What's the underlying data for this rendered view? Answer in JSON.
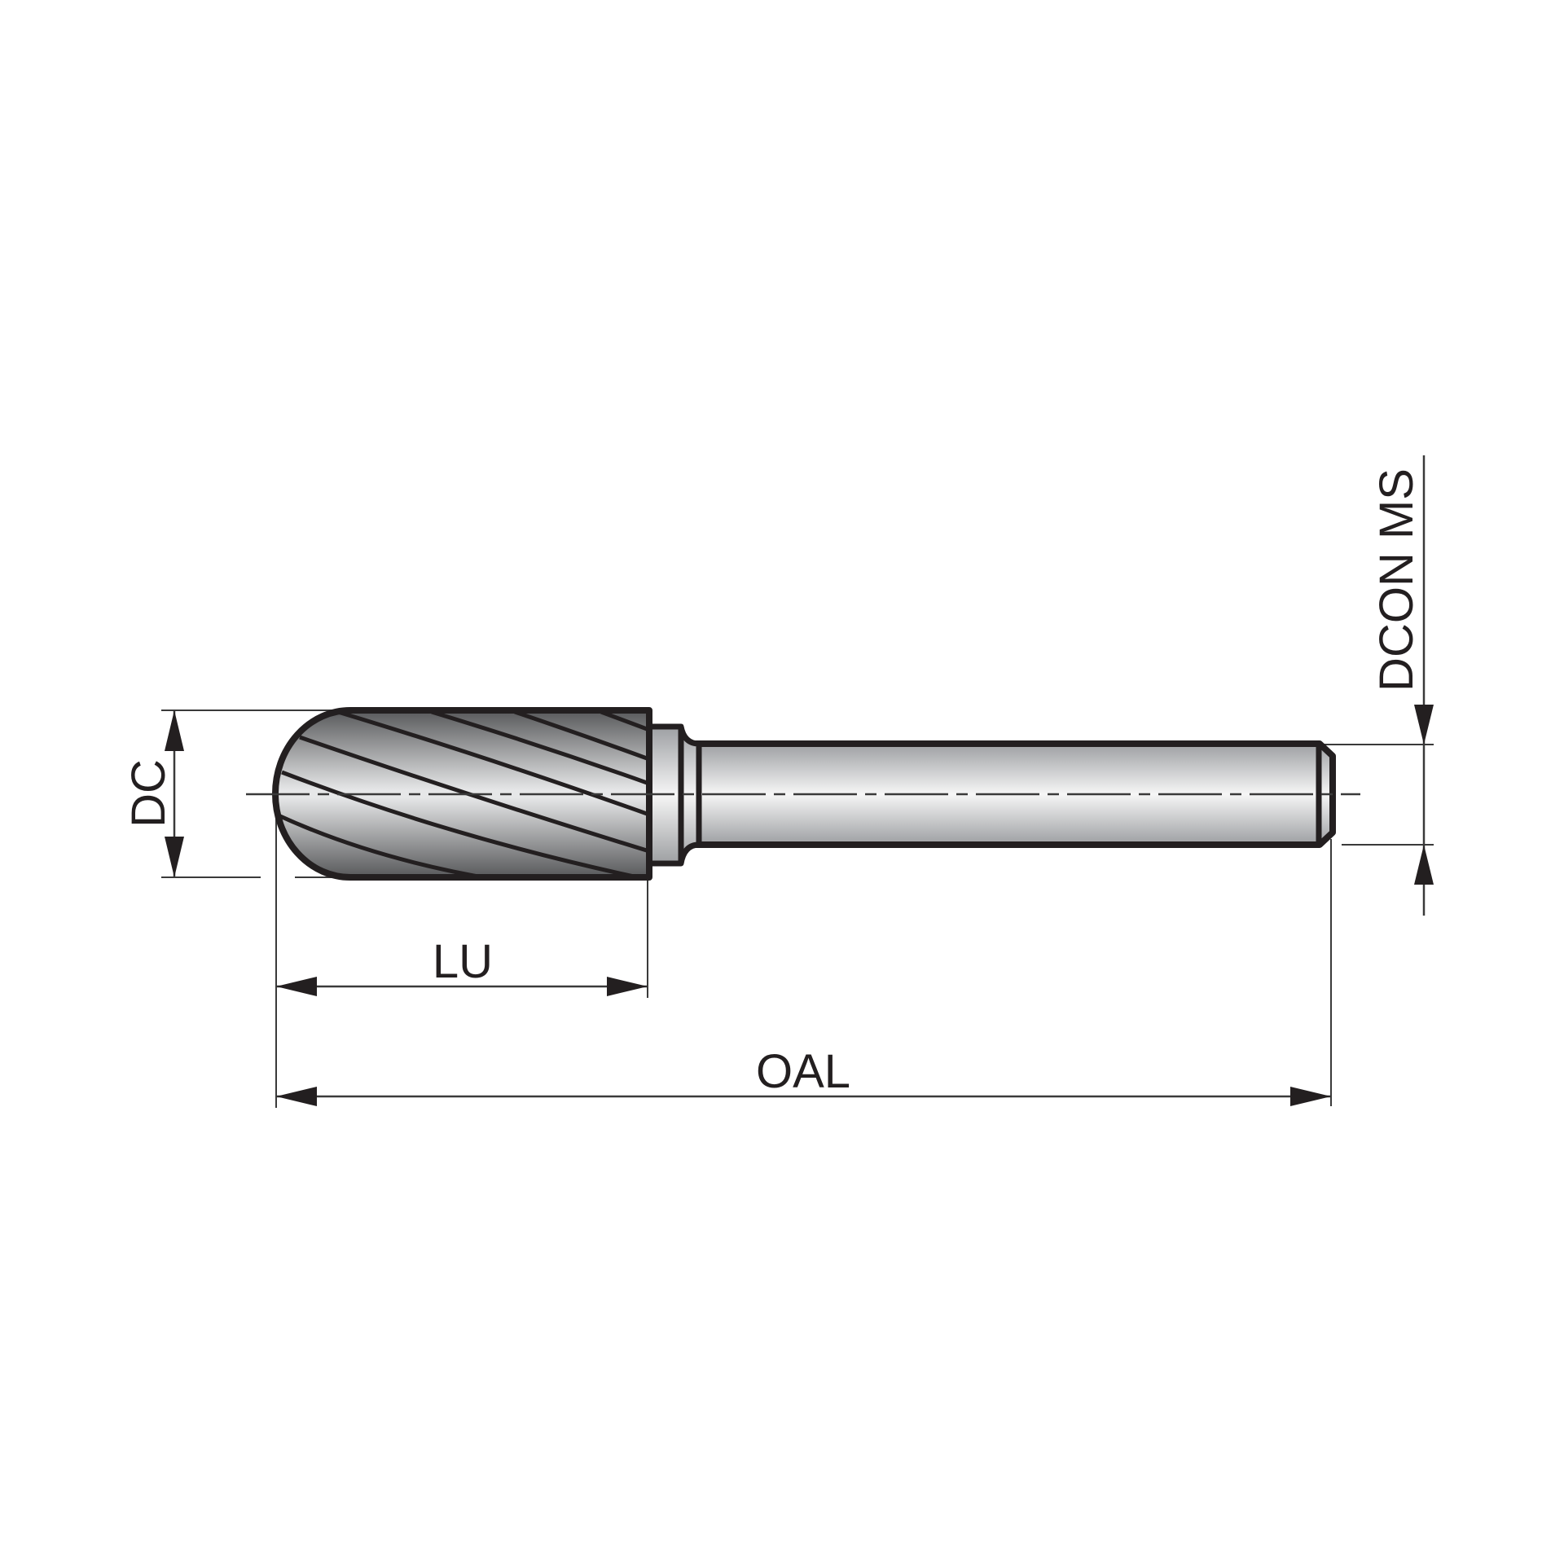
{
  "diagram": {
    "subject": "Carbide burr, cylindrical ball-nose with spiral flutes",
    "colors": {
      "outline": "#231f20",
      "dim_line": "#3a3a3a",
      "head_dark": "#6d6e71",
      "head_light": "#e6e7e8",
      "shank_dark": "#a7a9ac",
      "shank_light": "#f1f2f2",
      "background": "#ffffff"
    },
    "dimensions": {
      "dc": {
        "label": "DC"
      },
      "lu": {
        "label": "LU"
      },
      "oal": {
        "label": "OAL"
      },
      "dcon": {
        "label": "DCON MS"
      }
    }
  }
}
